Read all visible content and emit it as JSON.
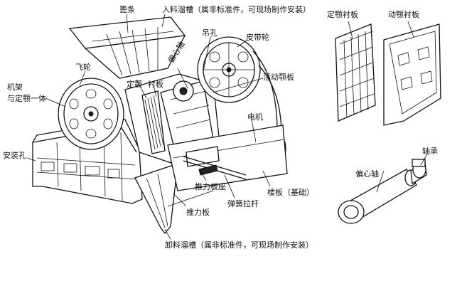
{
  "labels": {
    "sieve": "篦条",
    "inlet_chute": "入料溜槽（属非标准件，可现场制作安装）",
    "fixed_jaw_liner": "定颚衬板",
    "moving_jaw_liner": "动颚衬板",
    "lifting_hole": "吊孔",
    "eccentric_shaft_main": "偏心轴",
    "belt_pulley": "皮带轮",
    "flywheel": "飞轮",
    "frame": "机架",
    "frame_fixed_jaw": "与定颚一体",
    "fixed_jaw": "定颚",
    "liner": "衬板",
    "moving_jaw": "活动颚板",
    "motor": "电机",
    "bearing": "轴承",
    "mounting_hole": "安装孔",
    "eccentric_shaft_detail": "偏心轴",
    "toggle_seat": "推力板座",
    "spring_rod": "弹簧拉杆",
    "base_plate": "楼板（基础）",
    "toggle_plate": "推力板",
    "outlet_chute": "卸料溜槽（属非标准件，可现场制作安装）"
  }
}
